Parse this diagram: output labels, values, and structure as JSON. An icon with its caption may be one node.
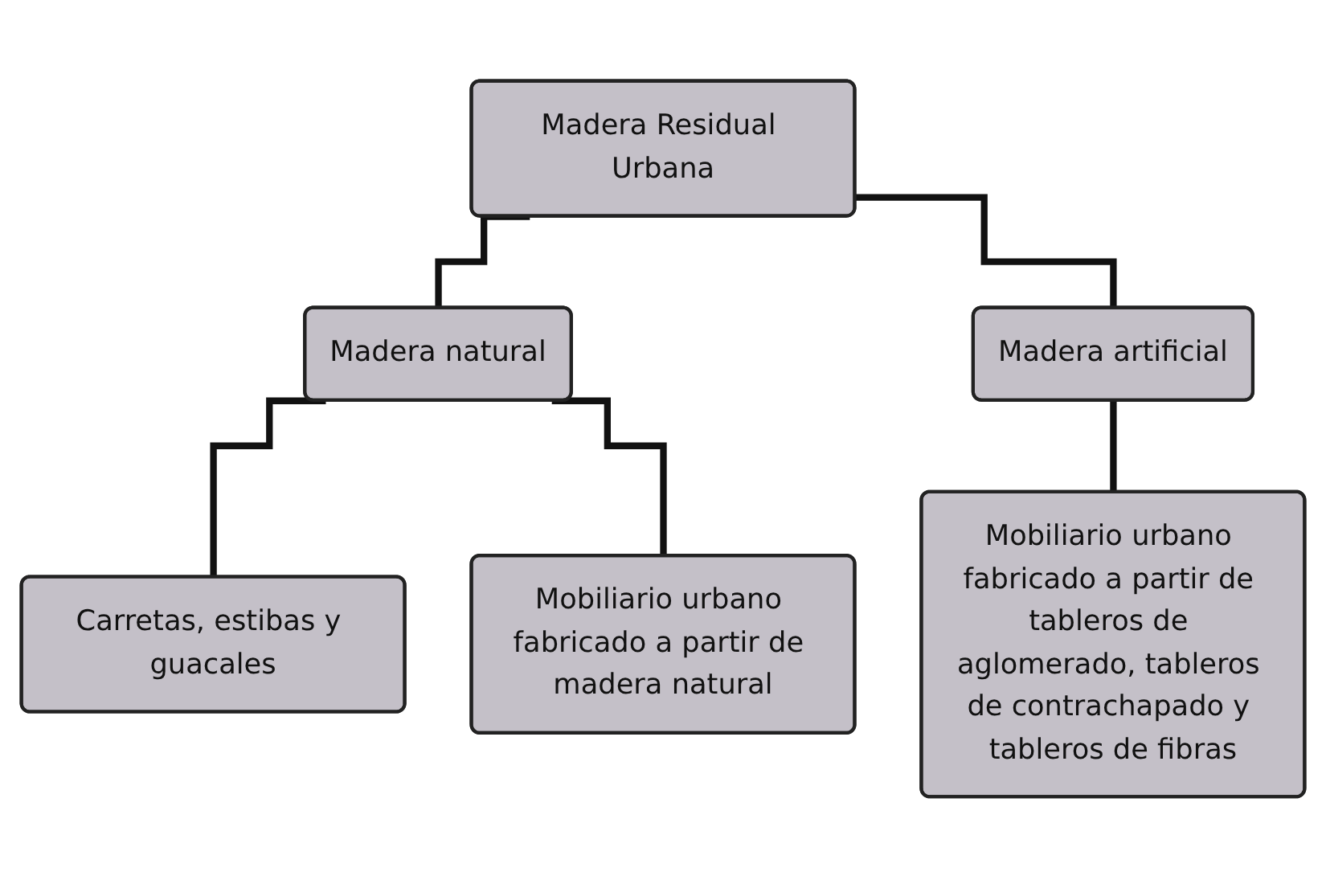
{
  "diagram": {
    "nodes": [
      {
        "text": [
          "Madera Residual Urbana"
        ]
      },
      {
        "text": [
          "Madera natural"
        ]
      },
      {
        "text": [
          "Madera artificial"
        ]
      },
      {
        "text": [
          "Carretas, estibas y guacales"
        ]
      },
      {
        "text": [
          "Mobiliario urbano fabricado a partir de madera natural"
        ]
      },
      {
        "text": [
          "Mobiliario urbano fabricado a partir de tableros de aglomerado, tableros de contrachapado y tableros de fibras"
        ]
      }
    ],
    "edges": [
      {
        "from": 0,
        "to": 1,
        "arrow": "none"
      },
      {
        "from": 0,
        "to": 2,
        "arrow": "none"
      },
      {
        "from": 1,
        "to": 3,
        "arrow": "none"
      },
      {
        "from": 1,
        "to": 4,
        "arrow": "none"
      },
      {
        "from": 2,
        "to": 5,
        "arrow": "none"
      }
    ]
  }
}
